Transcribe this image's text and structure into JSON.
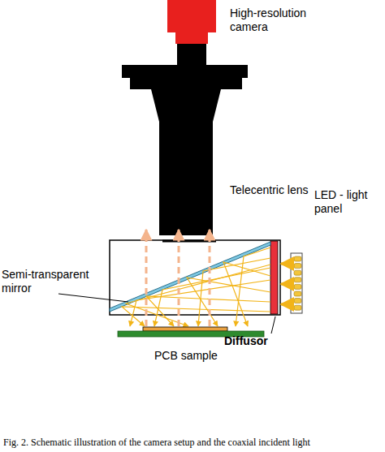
{
  "diagram": {
    "caption": "Fig. 2. Schematic illustration of the camera setup and the coaxial incident light",
    "labels": [
      "High-resolution camera",
      "Telecentric lens",
      "LED - light panel",
      "Semi-transparent mirror",
      "Diffusor",
      "PCB sample"
    ]
  }
}
